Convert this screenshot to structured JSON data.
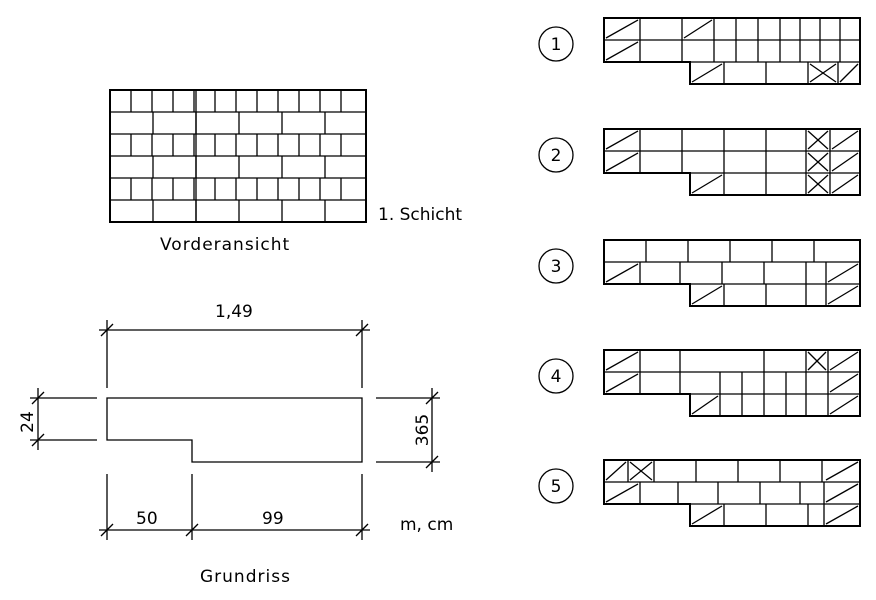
{
  "front_view": {
    "caption": "Vorderansicht",
    "course_label": "1. Schicht"
  },
  "plan": {
    "caption": "Grundriss",
    "units": "m, cm",
    "dims": {
      "total_length": "1,49",
      "wall_thickness_left": "24",
      "wall_thickness_right": "365",
      "offset_left": "50",
      "offset_right": "99"
    }
  },
  "layers": [
    {
      "number": "1"
    },
    {
      "number": "2"
    },
    {
      "number": "3"
    },
    {
      "number": "4"
    },
    {
      "number": "5"
    }
  ]
}
